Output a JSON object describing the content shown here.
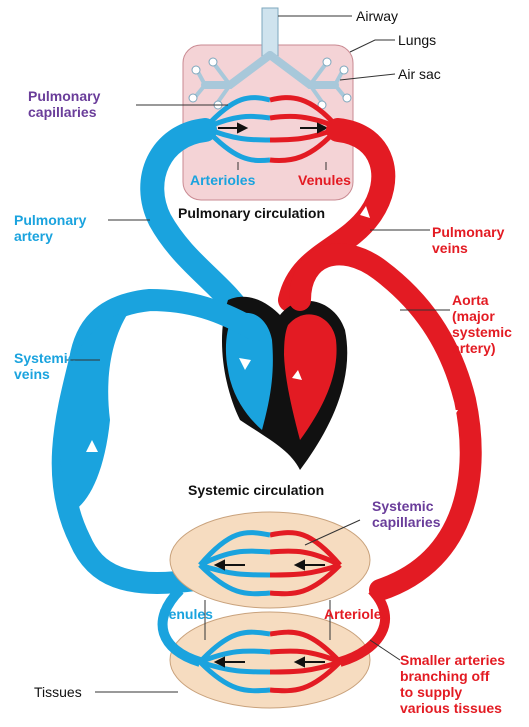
{
  "labels": {
    "airway": "Airway",
    "lungs": "Lungs",
    "air_sac": "Air sac",
    "pulmonary_capillaries": [
      "Pulmonary",
      "capillaries"
    ],
    "arterioles_top": "Arterioles",
    "venules_top": "Venules",
    "pulmonary_circulation": "Pulmonary circulation",
    "pulmonary_artery": [
      "Pulmonary",
      "artery"
    ],
    "pulmonary_veins": [
      "Pulmonary",
      "veins"
    ],
    "aorta": [
      "Aorta",
      "(major",
      "systemic",
      "artery)"
    ],
    "systemic_veins": [
      "Systemic",
      "veins"
    ],
    "systemic_circulation": "Systemic circulation",
    "systemic_capillaries": [
      "Systemic",
      "capillaries"
    ],
    "venules_bottom": "Venules",
    "arterioles_bottom": "Arterioles",
    "smaller_arteries": [
      "Smaller arteries",
      "branching off",
      "to supply",
      "various tissues"
    ],
    "tissues": "Tissues"
  },
  "colors": {
    "deoxygenated": "#1aa3de",
    "oxygenated": "#e31b23",
    "heart": "#111111",
    "lung_tissue": "#f4d3d6",
    "body_tissue": "#f6dcc0",
    "capillary_label": "#6a3d9a"
  }
}
